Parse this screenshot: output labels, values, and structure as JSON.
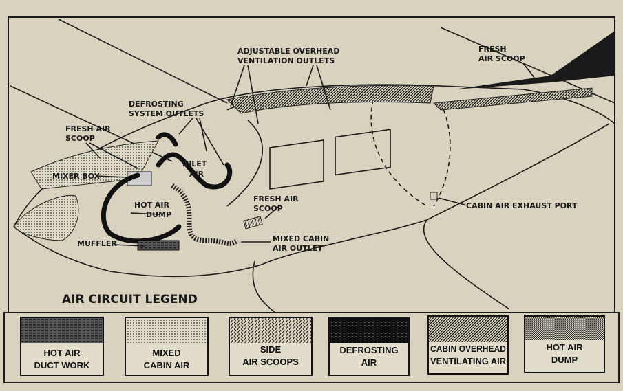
{
  "diagram": {
    "labels": {
      "overhead_1": "ADJUSTABLE OVERHEAD",
      "overhead_2": "VENTILATION  OUTLETS",
      "tail_scoop_1": "FRESH",
      "tail_scoop_2": "AIR SCOOP",
      "defrost_1": "DEFROSTING",
      "defrost_2": "SYSTEM OUTLETS",
      "nose_scoop_1": "FRESH AIR",
      "nose_scoop_2": "SCOOP",
      "mixer_box": "MIXER BOX",
      "inlet_1": "INLET",
      "inlet_2": "AIR",
      "dump_1": "HOT AIR",
      "dump_2": "DUMP",
      "muffler": "MUFFLER",
      "side_scoop_1": "FRESH AIR",
      "side_scoop_2": "SCOOP",
      "mixed_outlet_1": "MIXED CABIN",
      "mixed_outlet_2": "AIR OUTLET",
      "exhaust": "CABIN AIR EXHAUST PORT"
    },
    "legend_title": "AIR CIRCUIT LEGEND",
    "legend": [
      {
        "line1": "HOT AIR",
        "line2": "DUCT WORK",
        "pattern": "hot-duct"
      },
      {
        "line1": "MIXED",
        "line2": "CABIN AIR",
        "pattern": "mixed"
      },
      {
        "line1": "SIDE",
        "line2": "AIR SCOOPS",
        "pattern": "side-scoops"
      },
      {
        "line1": "DEFROSTING",
        "line2": "AIR",
        "pattern": "defrost"
      },
      {
        "line1": "CABIN OVERHEAD",
        "line2": "VENTILATING AIR",
        "pattern": "overhead"
      },
      {
        "line1": "HOT AIR",
        "line2": "DUMP",
        "pattern": "dump"
      }
    ]
  }
}
